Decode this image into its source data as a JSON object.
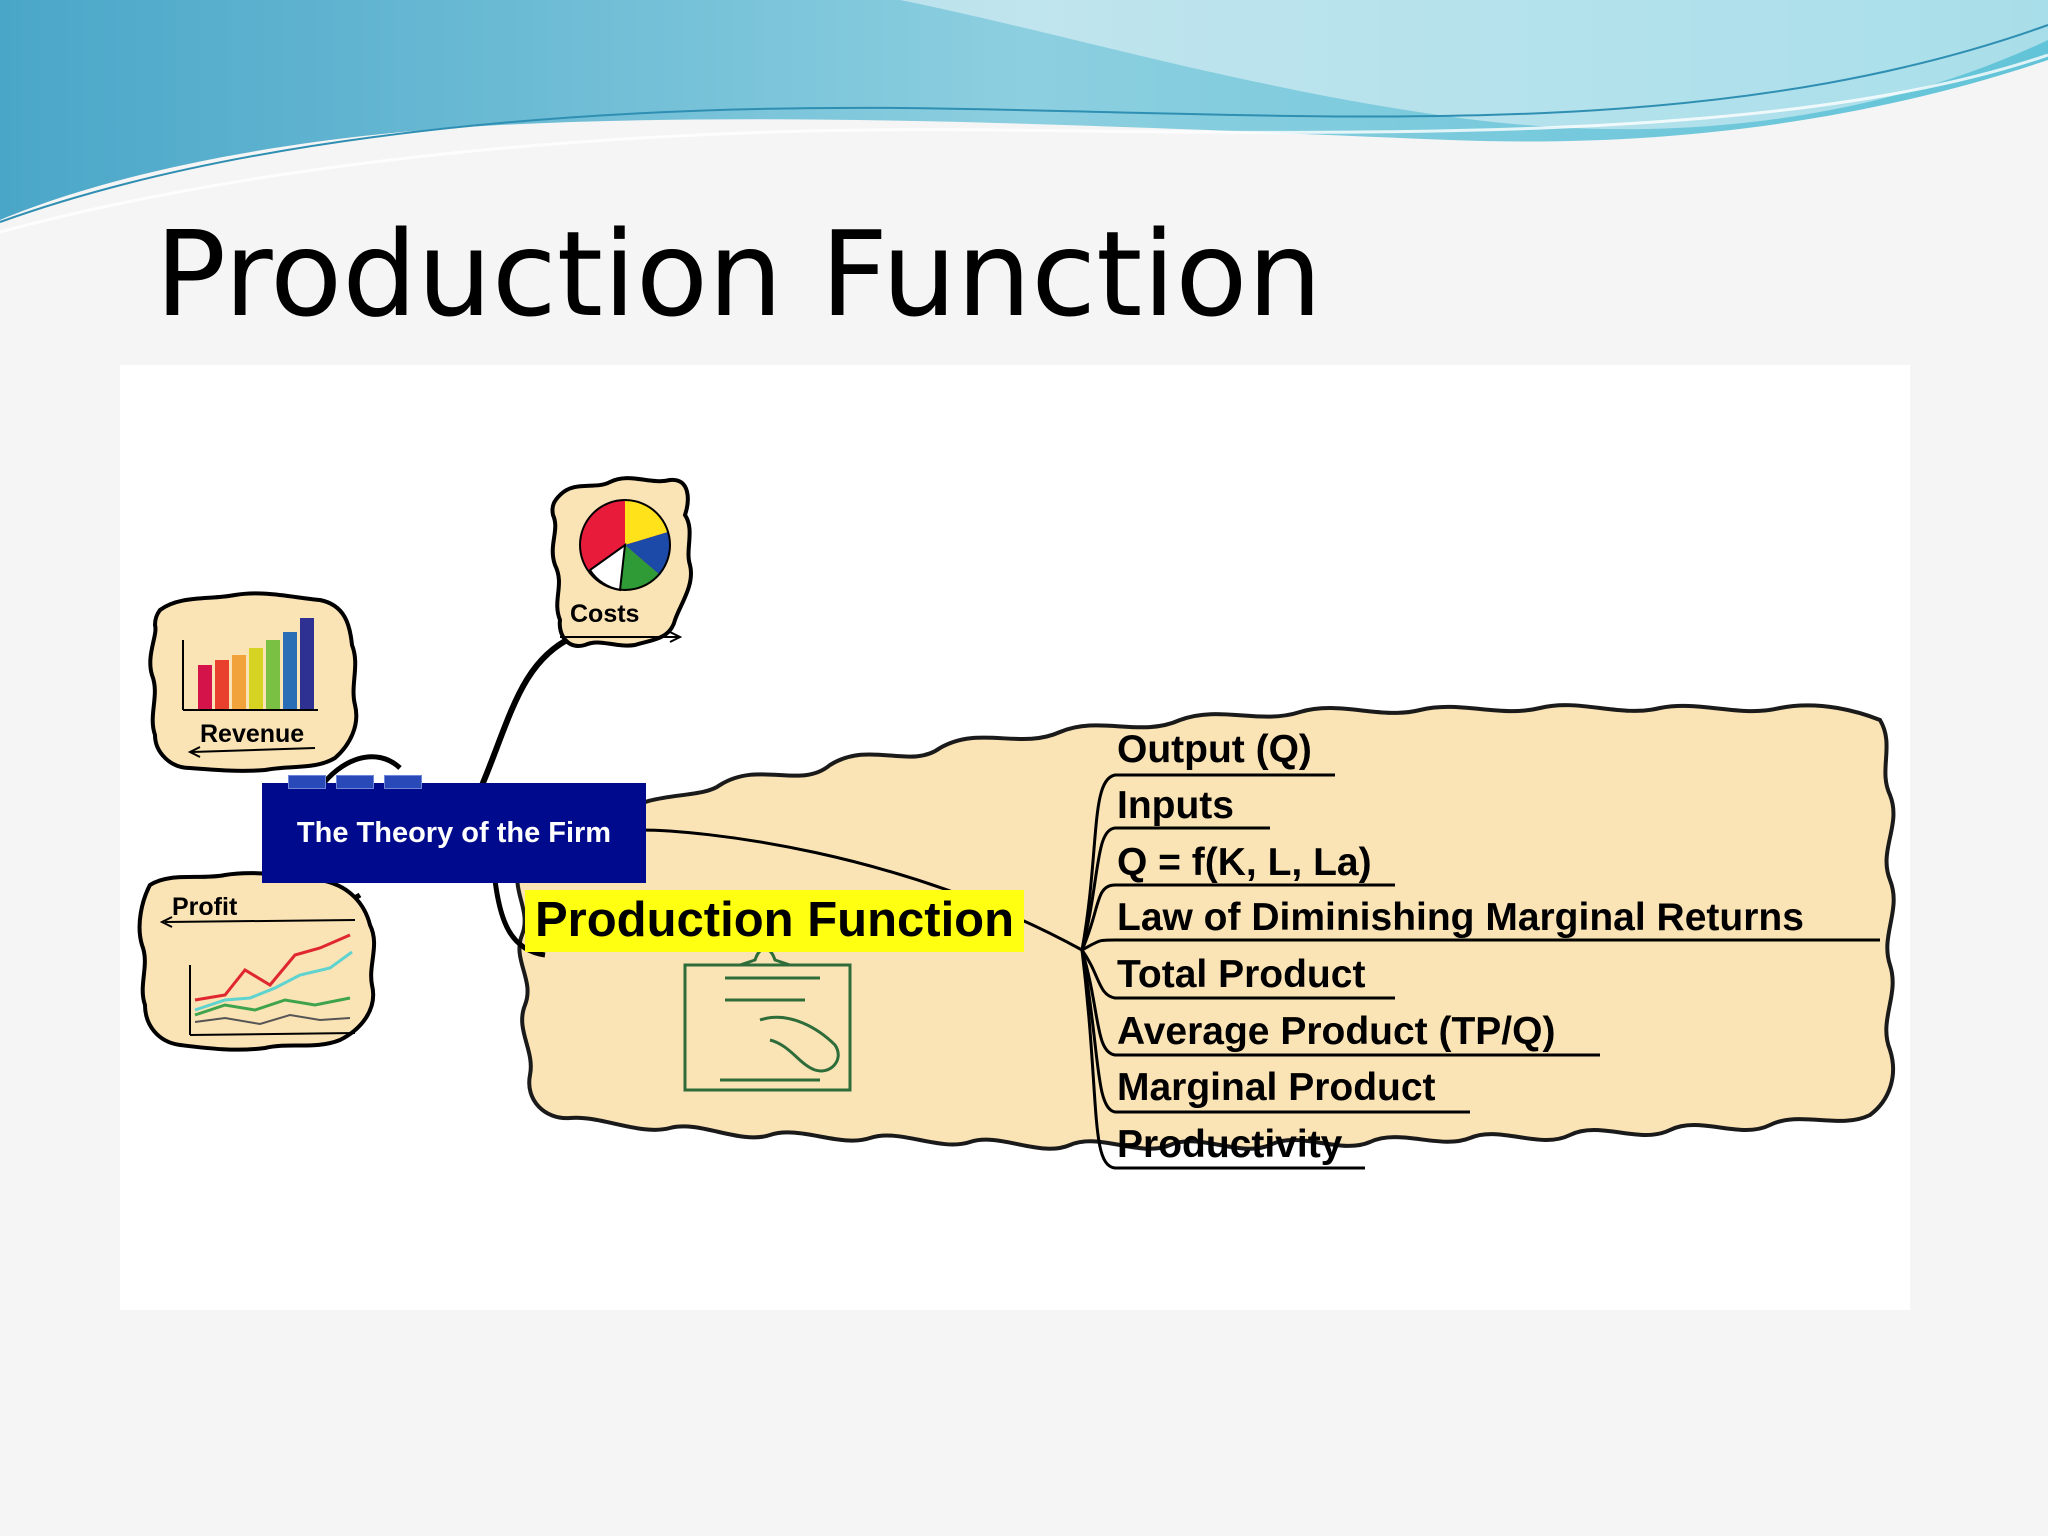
{
  "slide": {
    "title": "Production Function"
  },
  "mindmap": {
    "central_topic": "The Theory of the Firm",
    "branches": [
      "Revenue",
      "Costs",
      "Profit"
    ],
    "focus_topic": "Production Function",
    "subtopics": [
      "Output (Q)",
      "Inputs",
      "Q = f(K, L, La)",
      "Law of Diminishing Marginal Returns",
      "Total Product",
      "Average Product (TP/Q)",
      "Marginal Product",
      "Productivity"
    ]
  },
  "colors": {
    "central_node_fill": "#000a8c",
    "focus_highlight": "#ffff11",
    "cloud_fill": "#fae3b5",
    "wave_accent": "#5fc3da"
  },
  "icons": {
    "costs": "pie-chart-icon",
    "revenue": "bar-chart-icon",
    "profit": "line-chart-icon",
    "production": "clipboard-hand-icon"
  }
}
